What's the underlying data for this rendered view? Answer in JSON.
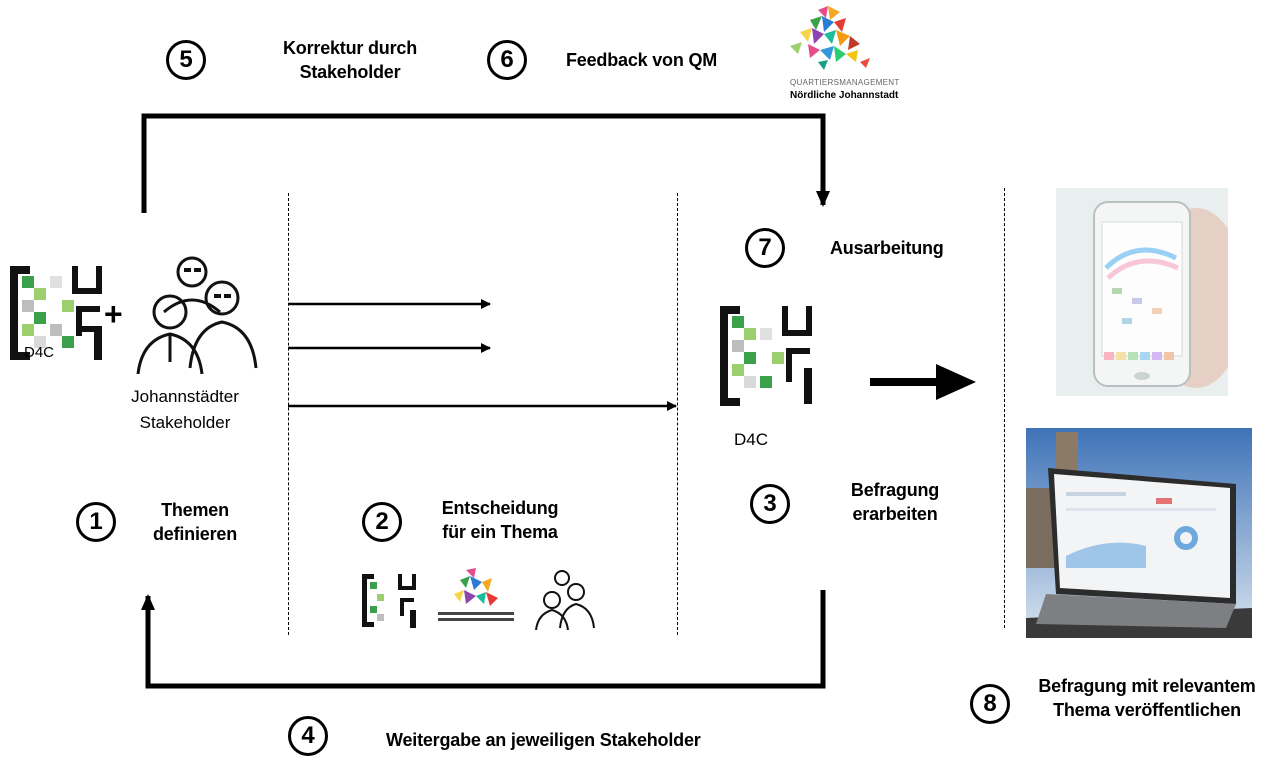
{
  "steps": {
    "s1": {
      "number": "1",
      "line1": "Themen",
      "line2": "definieren"
    },
    "s2": {
      "number": "2",
      "line1": "Entscheidung",
      "line2": "für ein Thema"
    },
    "s3": {
      "number": "3",
      "line1": "Befragung",
      "line2": "erarbeiten"
    },
    "s4": {
      "number": "4",
      "label": "Weitergabe an jeweiligen Stakeholder"
    },
    "s5": {
      "number": "5",
      "line1": "Korrektur durch",
      "line2": "Stakeholder"
    },
    "s6": {
      "number": "6",
      "label": "Feedback von QM"
    },
    "s7": {
      "number": "7",
      "label": "Ausarbeitung"
    },
    "s8": {
      "number": "8",
      "line1": "Befragung mit relevantem",
      "line2": "Thema veröffentlichen"
    }
  },
  "left_group": {
    "plus": "+",
    "logo_text": "D4C",
    "stakeholder_line1": "Johannstädter",
    "stakeholder_line2": "Stakeholder"
  },
  "center_logo": {
    "text": "D4C"
  },
  "qm_logo": {
    "line1": "QUARTIERSMANAGEMENT",
    "line2": "Nördliche Johannstadt"
  },
  "icons": [
    "d4c-logo",
    "people-icon",
    "qm-logo",
    "phone-image",
    "laptop-image"
  ],
  "colors": {
    "green": "#3aa04a",
    "light_green": "#9ccf6e",
    "dark": "#111111",
    "grey": "#bdbdbd"
  }
}
